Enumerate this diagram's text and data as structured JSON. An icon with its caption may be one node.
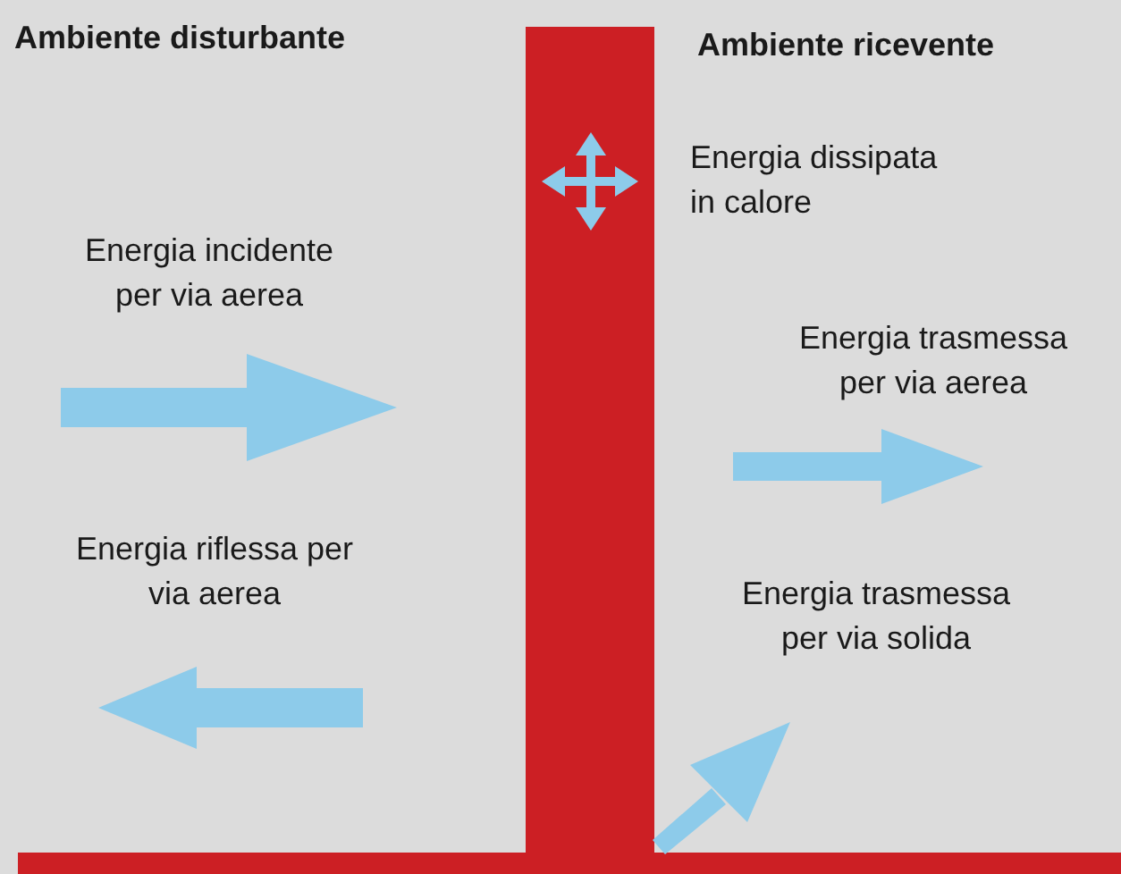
{
  "diagram": {
    "labels": [
      "Ambiente disturbante",
      "Ambiente ricevente",
      "Energia dissipata in calore",
      "Energia incidente per via aerea",
      "Energia trasmessa per via aerea",
      "Energia riflessa per via aerea",
      "Energia trasmessa per via solida"
    ]
  }
}
